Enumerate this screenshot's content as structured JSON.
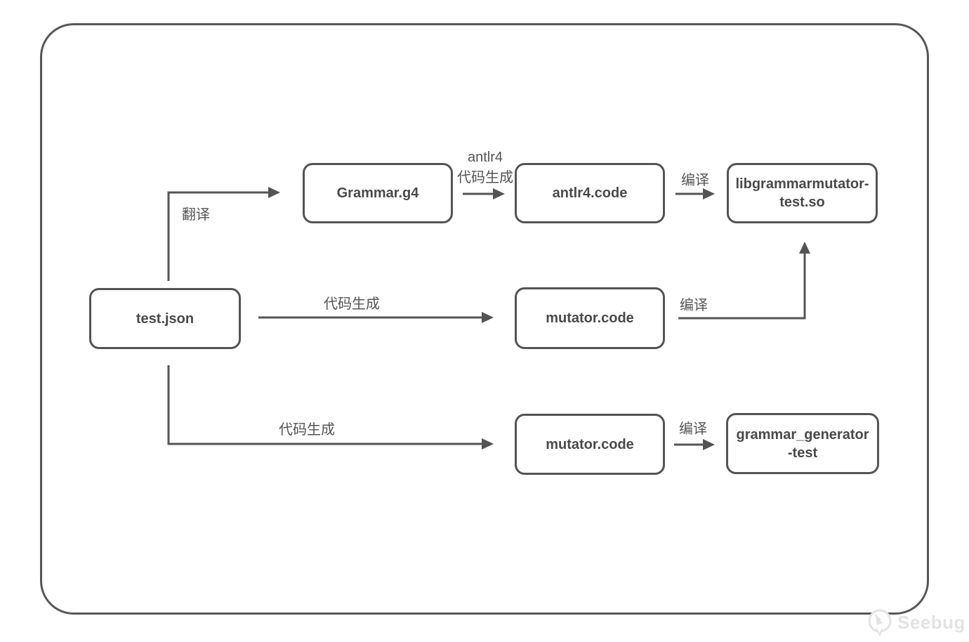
{
  "nodes": {
    "test_json": {
      "label": "test.json"
    },
    "grammar_g4": {
      "label": "Grammar.g4"
    },
    "antlr4_code": {
      "label": "antlr4.code"
    },
    "lib_grammarmutator": {
      "line1": "libgrammarmutator-",
      "line2": "test.so"
    },
    "mutator_code_mid": {
      "label": "mutator.code"
    },
    "mutator_code_bottom": {
      "label": "mutator.code"
    },
    "grammar_generator": {
      "line1": "grammar_generator",
      "line2": "-test"
    }
  },
  "edges": {
    "translate": {
      "label": "翻译"
    },
    "antlr4_codegen": {
      "line1": "antlr4",
      "line2": "代码生成"
    },
    "compile_top": {
      "label": "编译"
    },
    "codegen_mid": {
      "label": "代码生成"
    },
    "compile_mid": {
      "label": "编译"
    },
    "codegen_bottom": {
      "label": "代码生成"
    },
    "compile_bottom": {
      "label": "编译"
    }
  },
  "watermark": {
    "text": "Seebug"
  },
  "colors": {
    "stroke": "#545454",
    "frame_stroke": "#575757",
    "node_text": "#4a4a4a",
    "label_text": "#555555",
    "watermark": "#e3e3e3",
    "background": "#ffffff"
  }
}
